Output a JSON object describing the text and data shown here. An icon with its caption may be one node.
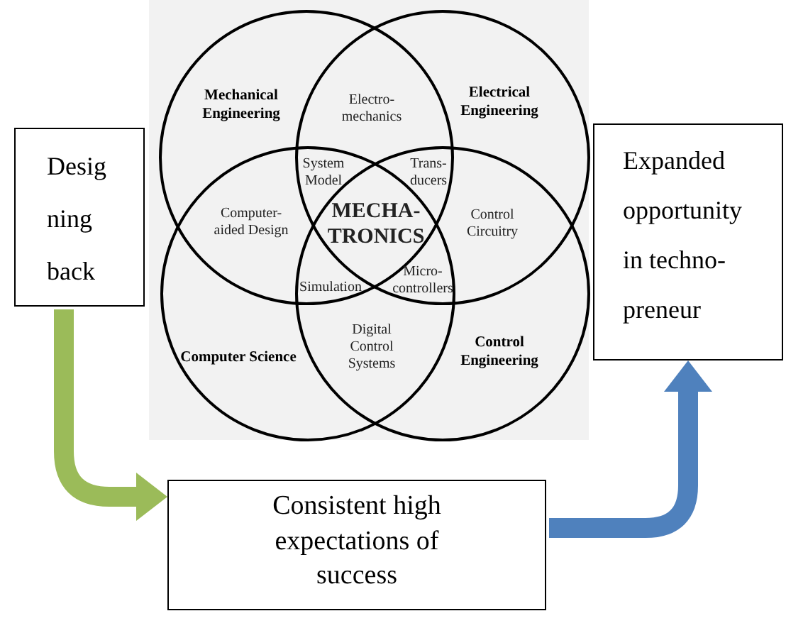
{
  "diagram": {
    "nodes": [
      {
        "text": [
          "Desig ning back"
        ]
      },
      {
        "text": [
          "Mechanical Engineering"
        ]
      },
      {
        "text": [
          "Electrical Engineering"
        ]
      },
      {
        "text": [
          "Computer Science"
        ]
      },
      {
        "text": [
          "Control Engineering"
        ]
      },
      {
        "text": [
          "Expanded opportunity in techno- preneur"
        ]
      },
      {
        "text": [
          "Consistent high expectations of success"
        ]
      }
    ],
    "edges": [
      {
        "from": 0,
        "to": 6,
        "arrow": "to",
        "color": "#9bbb59"
      },
      {
        "from": 6,
        "to": 5,
        "arrow": "to",
        "color": "#4f81bd"
      }
    ],
    "labels": [
      "Electro- mechanics",
      "System Model",
      "Trans- ducers",
      "Computer- aided Design",
      "MECHA- TRONICS",
      "Control Circuitry",
      "Simulation",
      "Micro- controllers",
      "Digital Control Systems"
    ]
  }
}
